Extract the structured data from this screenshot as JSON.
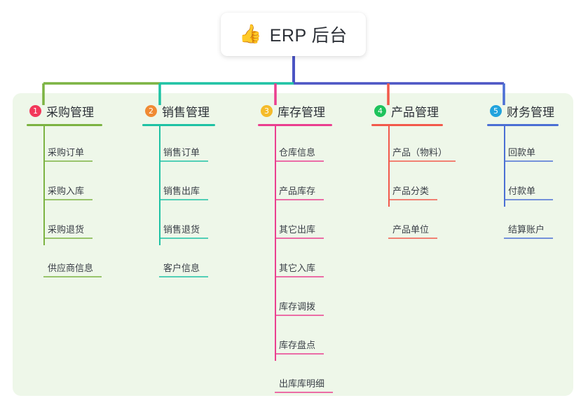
{
  "diagram": {
    "type": "mind-map",
    "root": {
      "icon": "thumbs-up-icon",
      "emoji": "👍",
      "title": "ERP 后台"
    },
    "panel_color": "#eef7e9",
    "root_connector_color": "#4b54c4",
    "branches": [
      {
        "number": "1",
        "title": "采购管理",
        "badge_color": "#f2385a",
        "line_color": "#7cb342",
        "children": [
          "采购订单",
          "采购入库",
          "采购退货",
          "供应商信息"
        ]
      },
      {
        "number": "2",
        "title": "销售管理",
        "badge_color": "#f08a33",
        "line_color": "#1ec2a4",
        "children": [
          "销售订单",
          "销售出库",
          "销售退货",
          "客户信息"
        ]
      },
      {
        "number": "3",
        "title": "库存管理",
        "badge_color": "#f5bb2a",
        "line_color": "#ea3f8f",
        "children": [
          "仓库信息",
          "产品库存",
          "其它出库",
          "其它入库",
          "库存调拨",
          "库存盘点",
          "出库库明细"
        ]
      },
      {
        "number": "4",
        "title": "产品管理",
        "badge_color": "#1ec35c",
        "line_color": "#f2594b",
        "children": [
          "产品（物料）",
          "产品分类",
          "产品单位"
        ]
      },
      {
        "number": "5",
        "title": "财务管理",
        "badge_color": "#21a3dd",
        "line_color": "#4b6fd4",
        "children": [
          "回款单",
          "付款单",
          "结算账户"
        ]
      }
    ]
  }
}
